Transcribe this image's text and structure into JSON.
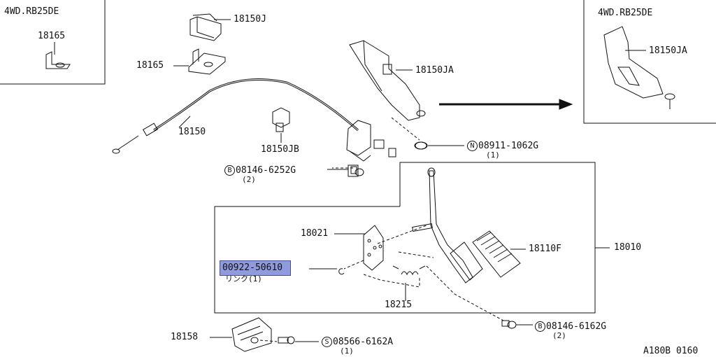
{
  "variant_left": "4WD.RB25DE",
  "variant_right": "4WD.RB25DE",
  "labels": {
    "p18165_inset": "18165",
    "p18150J": "18150J",
    "p18165": "18165",
    "p18150": "18150",
    "p18150JB": "18150JB",
    "p18150JA": "18150JA",
    "p18150JA_inset": "18150JA",
    "p18010": "18010",
    "p18021": "18021",
    "p18110F": "18110F",
    "p18215": "18215",
    "p18158": "18158",
    "highlighted_part": "00922-50610",
    "highlighted_sub": "リンク(1)"
  },
  "fasteners": [
    {
      "prefix": "N",
      "code": "08911-1062G",
      "qty": "(1)"
    },
    {
      "prefix": "B",
      "code": "08146-6252G",
      "qty": "(2)"
    },
    {
      "prefix": "B",
      "code": "08146-6162G",
      "qty": "(2)"
    },
    {
      "prefix": "S",
      "code": "08566-6162A",
      "qty": "(1)"
    }
  ],
  "diagram_code": "A180B 0160",
  "colors": {
    "highlight": "#8f9bdc",
    "line": "#111111"
  }
}
